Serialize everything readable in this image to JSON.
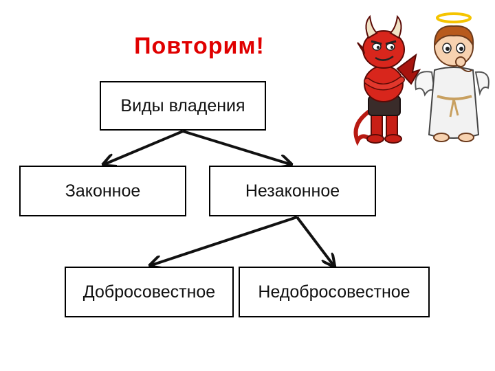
{
  "title": "Повторим!",
  "nodes": {
    "root": "Виды владения",
    "legal": "Законное",
    "illegal": "Незаконное",
    "good_faith": "Добросовестное",
    "bad_faith": "Недобросовестное"
  },
  "colors": {
    "title": "#e00000",
    "devil": "#d8261c",
    "angel_robe": "#f2f2f2",
    "halo": "#f5c400"
  },
  "illustration": {
    "left_figure": "devil-icon",
    "right_figure": "angel-icon"
  }
}
